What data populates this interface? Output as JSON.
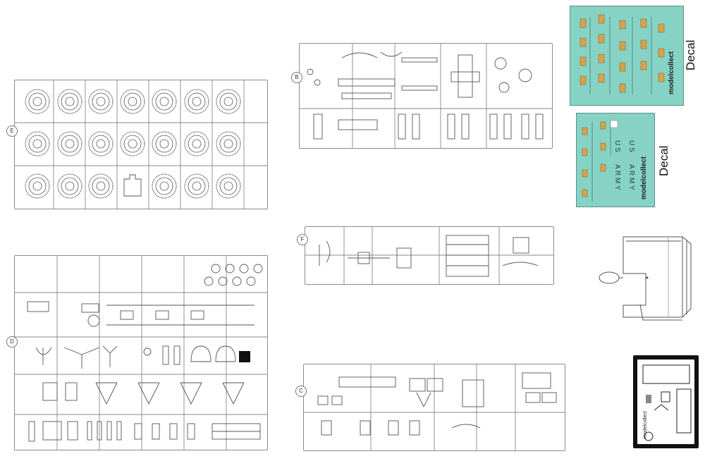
{
  "sprues": {
    "e_label": "E",
    "d_label": "D",
    "b_label": "B",
    "f_label": "F",
    "c_label": "C"
  },
  "decals": {
    "large_label": "Decal",
    "small_label": "Decal",
    "brand": "modelcollect",
    "us": "U S",
    "army": "A R M Y"
  },
  "photo_etch": {
    "brand": "modelcollect"
  },
  "colors": {
    "decal_background": "#86d3c6",
    "sprue_outline": "#8a8a8a",
    "decal_marking": "#d8a24a",
    "photo_etch_frame": "#111111"
  }
}
